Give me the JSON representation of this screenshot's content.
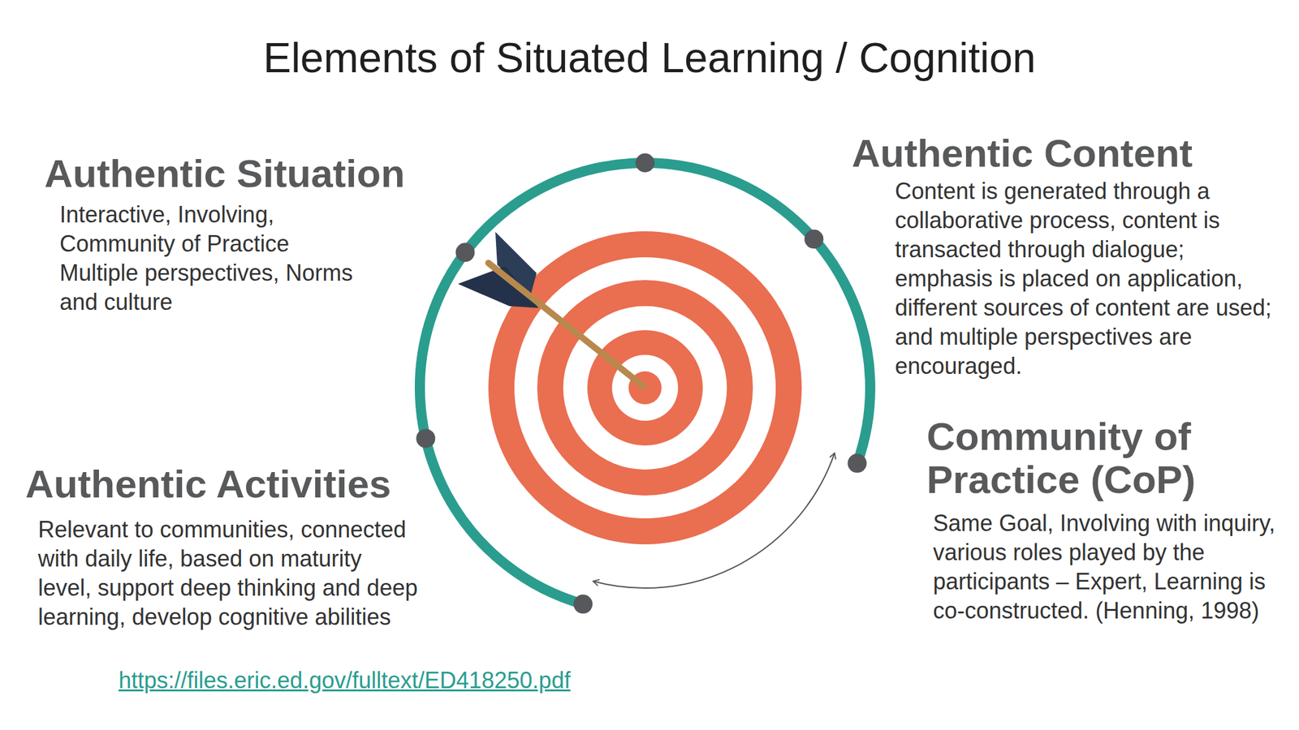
{
  "diagram": {
    "title": "Elements of Situated Learning / Cognition",
    "nodes": [
      {
        "text": [
          "Authentic Situation",
          "Interactive, Involving, Community of Practice Multiple perspectives, Norms and culture"
        ]
      },
      {
        "text": [
          "Authentic Content",
          "Content is generated through a collaborative process, content is transacted through dialogue; emphasis is placed on application, different sources of content are used; and multiple perspectives are encouraged."
        ]
      },
      {
        "text": [
          "Community of Practice (CoP)",
          "Same Goal, Involving with inquiry, various roles played by the participants – Expert, Learning is co-constructed. (Henning, 1998)"
        ]
      },
      {
        "text": [
          "Authentic Activities",
          "Relevant to communities, connected with daily life, based on maturity level, support deep thinking and deep learning, develop cognitive abilities"
        ]
      }
    ],
    "labels": [
      "https://files.eric.ed.gov/fulltext/ED418250.pdf"
    ]
  }
}
